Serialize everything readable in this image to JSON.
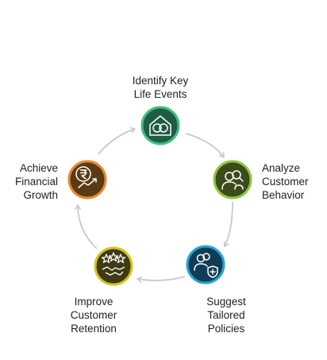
{
  "diagram": {
    "steps": [
      {
        "label_lines": [
          "Identify Key",
          "Life Events"
        ],
        "icon": "rings-house-icon",
        "fill": "#1f5c43",
        "ring": "#3fbf7f"
      },
      {
        "label_lines": [
          "Analyze",
          "Customer",
          "Behavior"
        ],
        "icon": "user-search-icon",
        "fill": "#3d4a1c",
        "ring": "#8dc63f"
      },
      {
        "label_lines": [
          "Suggest",
          "Tailored",
          "Policies"
        ],
        "icon": "users-shield-icon",
        "fill": "#103d54",
        "ring": "#29a3d6"
      },
      {
        "label_lines": [
          "Improve",
          "Customer",
          "Retention"
        ],
        "icon": "stars-handshake-icon",
        "fill": "#3e3a14",
        "ring": "#d4c419"
      },
      {
        "label_lines": [
          "Achieve",
          "Financial",
          "Growth"
        ],
        "icon": "rupee-growth-icon",
        "fill": "#5a3a14",
        "ring": "#e68a2e"
      }
    ],
    "arrow_color": "#c8c8c8"
  }
}
